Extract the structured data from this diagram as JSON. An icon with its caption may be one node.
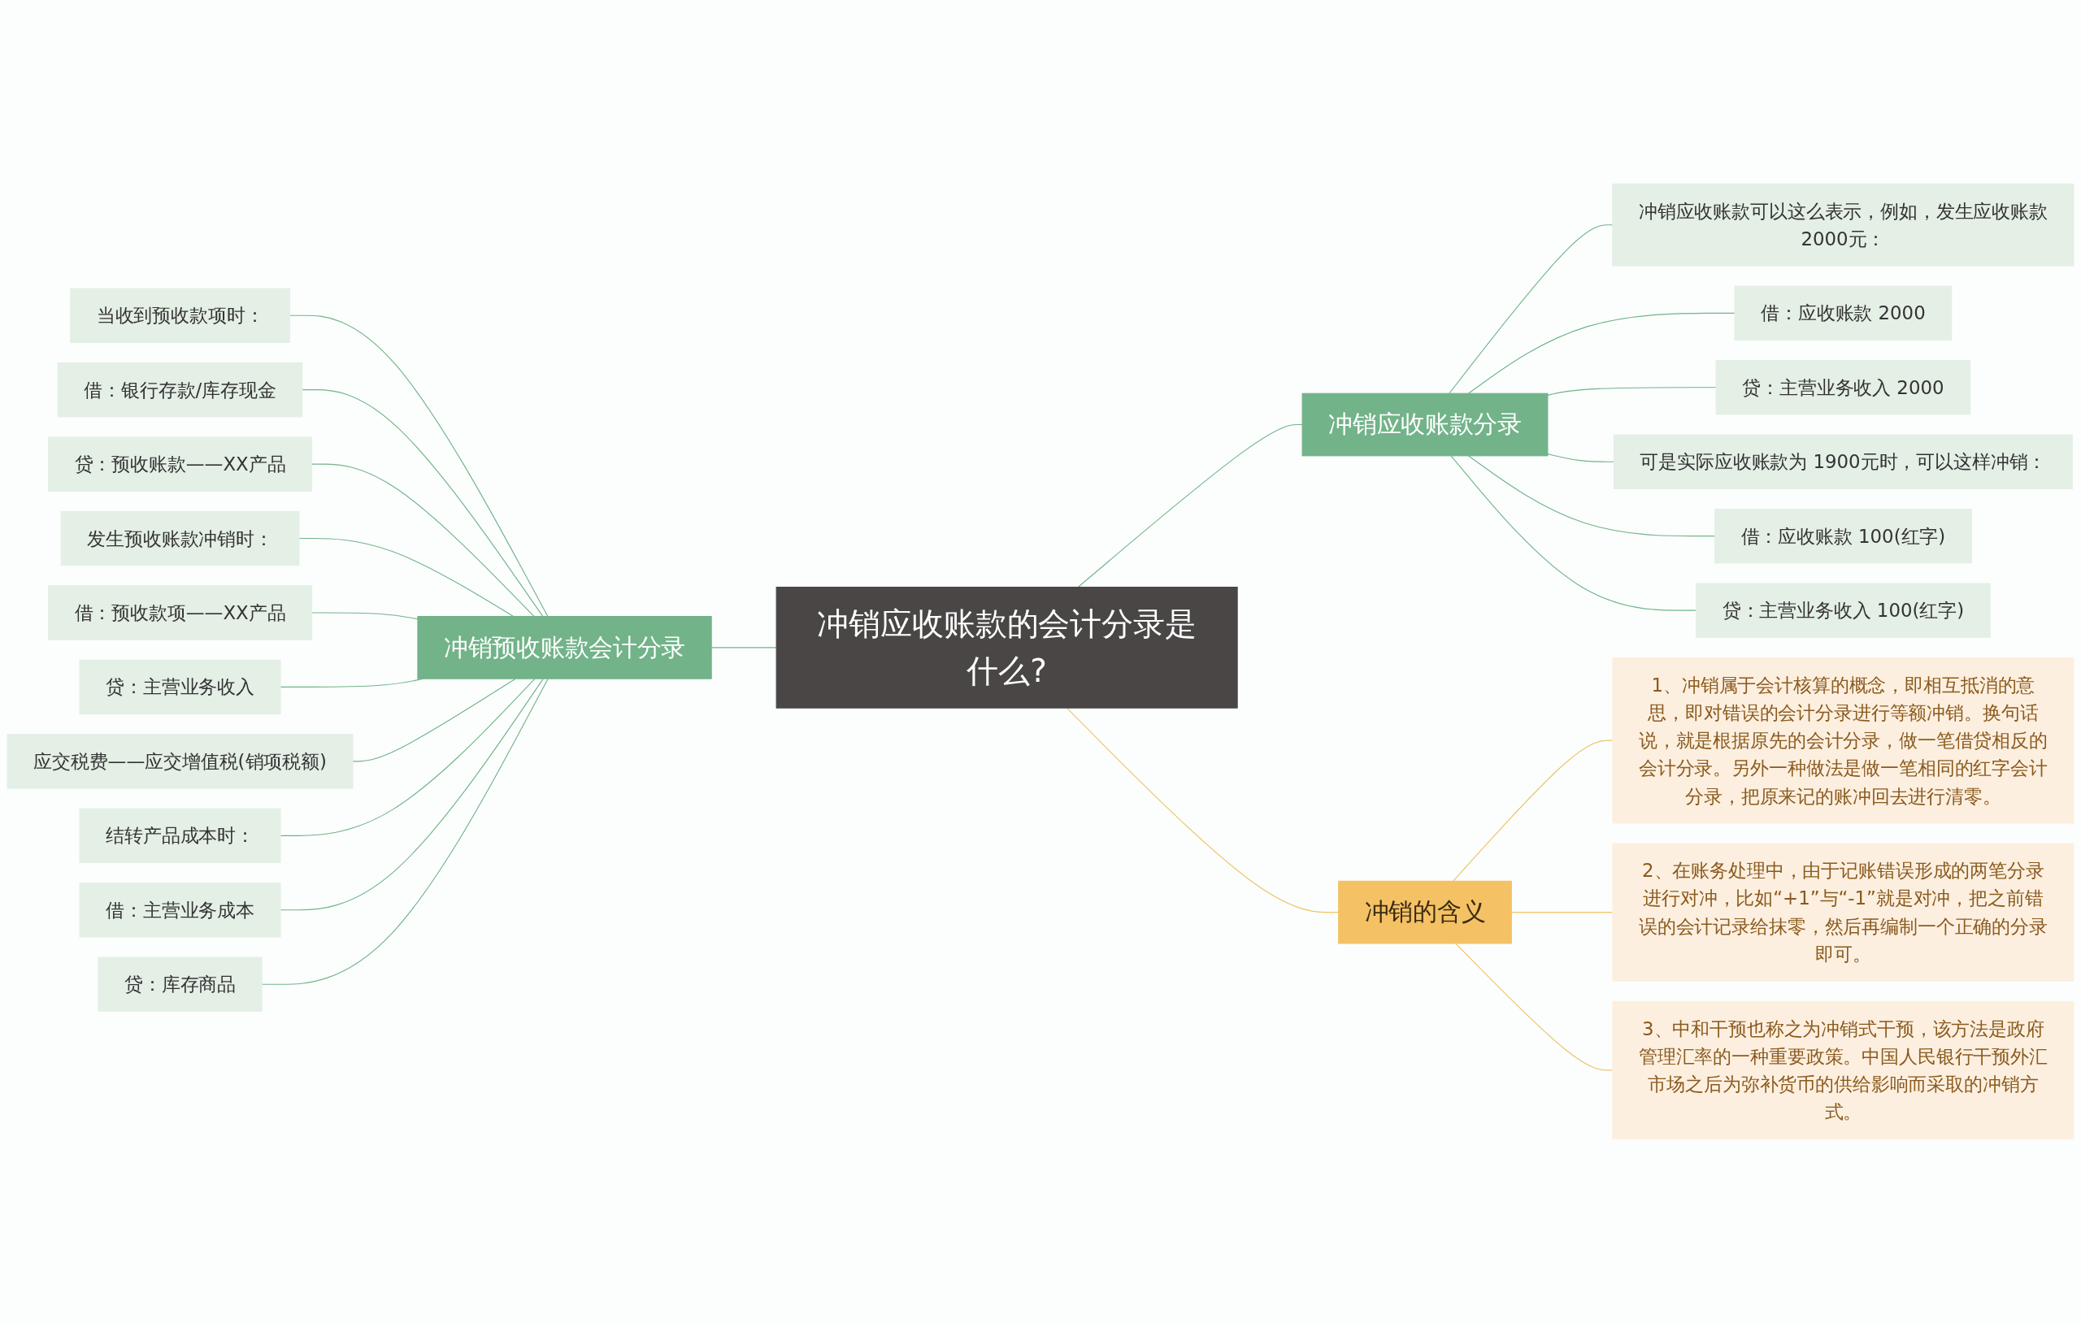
{
  "diagram": {
    "nodes": [
      {
        "text": [
          "冲销应收账款的会计分录是什么?"
        ]
      },
      {
        "text": [
          "冲销预收账款会计分录"
        ]
      },
      {
        "text": [
          "当收到预收款项时："
        ]
      },
      {
        "text": [
          "借：银行存款/库存现金"
        ]
      },
      {
        "text": [
          "贷：预收账款——XX产品"
        ]
      },
      {
        "text": [
          "发生预收账款冲销时："
        ]
      },
      {
        "text": [
          "借：预收款项——XX产品"
        ]
      },
      {
        "text": [
          "贷：主营业务收入"
        ]
      },
      {
        "text": [
          "应交税费——应交增值税(销项税额)"
        ]
      },
      {
        "text": [
          "结转产品成本时："
        ]
      },
      {
        "text": [
          "借：主营业务成本"
        ]
      },
      {
        "text": [
          "贷：库存商品"
        ]
      },
      {
        "text": [
          "冲销应收账款分录"
        ]
      },
      {
        "text": [
          "冲销应收账款可以这么表示，例如，发生应收账款2000元："
        ]
      },
      {
        "text": [
          "借：应收账款 2000"
        ]
      },
      {
        "text": [
          "贷：主营业务收入 2000"
        ]
      },
      {
        "text": [
          "可是实际应收账款为 1900元时，可以这样冲销："
        ]
      },
      {
        "text": [
          "借：应收账款 100(红字)"
        ]
      },
      {
        "text": [
          "贷：主营业务收入 100(红字)"
        ]
      },
      {
        "text": [
          "冲销的含义"
        ]
      },
      {
        "text": [
          "1、冲销属于会计核算的概念，即相互抵消的意思，即对错误的会计分录进行等额冲销。换句话说，就是根据原先的会计分录，做一笔借贷相反的会计分录。另外一种做法是做一笔相同的红字会计分录，把原来记的账冲回去进行清零。"
        ]
      },
      {
        "text": [
          "2、在账务处理中，由于记账错误形成的两笔分录进行对冲，比如“+1”与“-1”就是对冲，把之前错误的会计记录给抹零，然后再编制一个正确的分录即可。"
        ]
      },
      {
        "text": [
          "3、中和干预也称之为冲销式干预，该方法是政府管理汇率的一种重要政策。中国人民银行干预外汇市场之后为弥补货币的供给影响而采取的冲销方式。"
        ]
      }
    ],
    "edges": [
      {
        "from": 2,
        "to": 1,
        "arrow": "none"
      },
      {
        "from": 3,
        "to": 1,
        "arrow": "none"
      },
      {
        "from": 4,
        "to": 1,
        "arrow": "none"
      },
      {
        "from": 5,
        "to": 1,
        "arrow": "none"
      },
      {
        "from": 6,
        "to": 1,
        "arrow": "none"
      },
      {
        "from": 7,
        "to": 1,
        "arrow": "none"
      },
      {
        "from": 8,
        "to": 1,
        "arrow": "none"
      },
      {
        "from": 9,
        "to": 1,
        "arrow": "none"
      },
      {
        "from": 10,
        "to": 1,
        "arrow": "none"
      },
      {
        "from": 11,
        "to": 1,
        "arrow": "none"
      },
      {
        "from": 1,
        "to": 0,
        "arrow": "none"
      },
      {
        "from": 0,
        "to": 12,
        "arrow": "none"
      },
      {
        "from": 12,
        "to": 13,
        "arrow": "none"
      },
      {
        "from": 12,
        "to": 14,
        "arrow": "none"
      },
      {
        "from": 12,
        "to": 15,
        "arrow": "none"
      },
      {
        "from": 12,
        "to": 16,
        "arrow": "none"
      },
      {
        "from": 12,
        "to": 17,
        "arrow": "none"
      },
      {
        "from": 12,
        "to": 18,
        "arrow": "none"
      },
      {
        "from": 0,
        "to": 19,
        "arrow": "none",
        "color": "#f0c264"
      },
      {
        "from": 19,
        "to": 20,
        "arrow": "none",
        "color": "#f0c264"
      },
      {
        "from": 19,
        "to": 21,
        "arrow": "none",
        "color": "#f0c264"
      },
      {
        "from": 19,
        "to": 22,
        "arrow": "none",
        "color": "#f0c264"
      }
    ]
  }
}
